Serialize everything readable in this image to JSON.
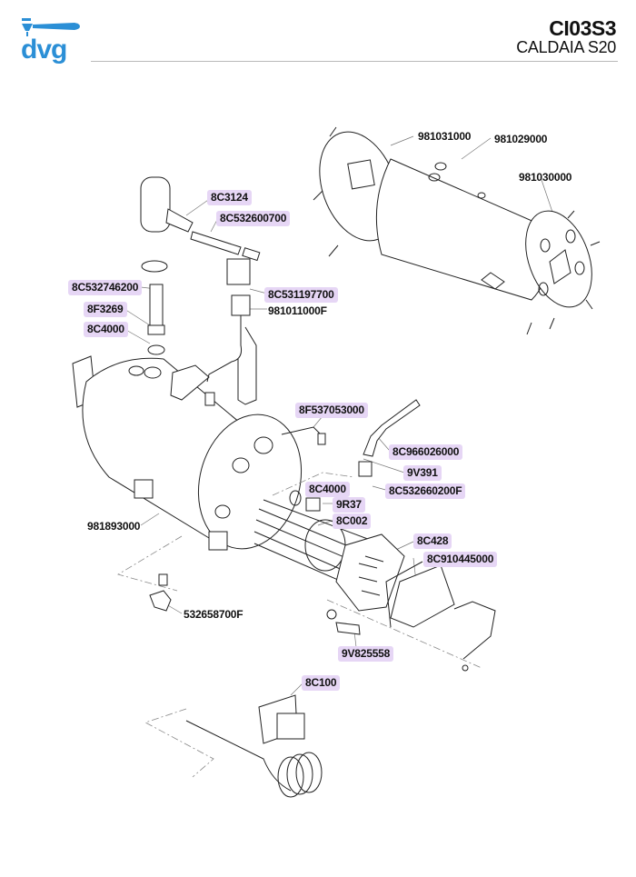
{
  "header": {
    "logo_text": "dvg",
    "code": "CI03S3",
    "subtitle": "CALDAIA S20"
  },
  "colors": {
    "brand_blue": "#2b8fd6",
    "label_highlight": "#e6d6f5",
    "rule": "#b9b9b9"
  },
  "parts": [
    {
      "code": "8C3124",
      "highlighted": true
    },
    {
      "code": "8C532600700",
      "highlighted": true
    },
    {
      "code": "8C532746200",
      "highlighted": true
    },
    {
      "code": "8F3269",
      "highlighted": true
    },
    {
      "code": "8C4000",
      "highlighted": true
    },
    {
      "code": "8C531197700",
      "highlighted": true
    },
    {
      "code": "981011000F",
      "highlighted": false
    },
    {
      "code": "981031000",
      "highlighted": false
    },
    {
      "code": "981029000",
      "highlighted": false
    },
    {
      "code": "981030000",
      "highlighted": false
    },
    {
      "code": "8F537053000",
      "highlighted": true
    },
    {
      "code": "8C966026000",
      "highlighted": true
    },
    {
      "code": "9V391",
      "highlighted": true
    },
    {
      "code": "8C532660200F",
      "highlighted": true
    },
    {
      "code": "8C4000",
      "highlighted": true
    },
    {
      "code": "9R37",
      "highlighted": true
    },
    {
      "code": "8C002",
      "highlighted": true
    },
    {
      "code": "981893000",
      "highlighted": false
    },
    {
      "code": "8C428",
      "highlighted": true
    },
    {
      "code": "8C910445000",
      "highlighted": true
    },
    {
      "code": "532658700F",
      "highlighted": false
    },
    {
      "code": "9V825558",
      "highlighted": true
    },
    {
      "code": "8C100",
      "highlighted": true
    }
  ]
}
